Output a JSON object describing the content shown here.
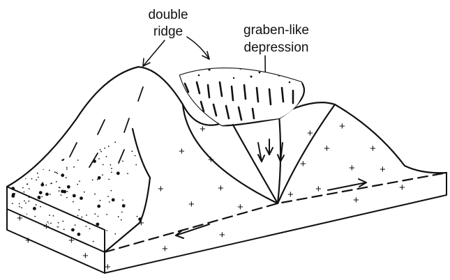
{
  "labels": {
    "double_ridge": [
      "double",
      "ridge"
    ],
    "depression": [
      "graben-like",
      "depression"
    ]
  },
  "colors": {
    "ink": "#111111",
    "paper": "#ffffff"
  }
}
